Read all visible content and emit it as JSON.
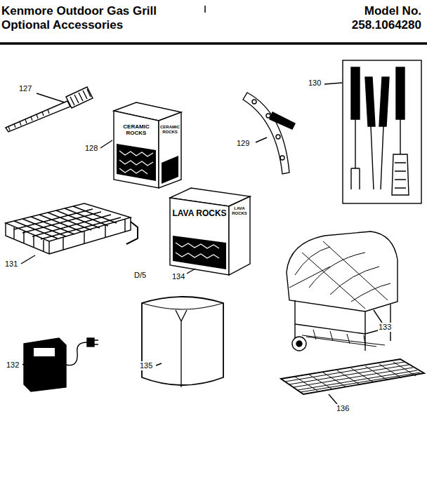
{
  "diagram": {
    "title": "Kenmore Outdoor Gas Grill Optional Accessories",
    "labels": [
      "Model No.",
      "258.1064280",
      "127",
      "128",
      "129",
      "130",
      "131",
      "D/5",
      "134",
      "133",
      "132",
      "135",
      "136",
      "CERAMIC ROCKS",
      "CERAMIC ROCKS",
      "LAVA ROCKS",
      "LAVA ROCKS"
    ]
  }
}
